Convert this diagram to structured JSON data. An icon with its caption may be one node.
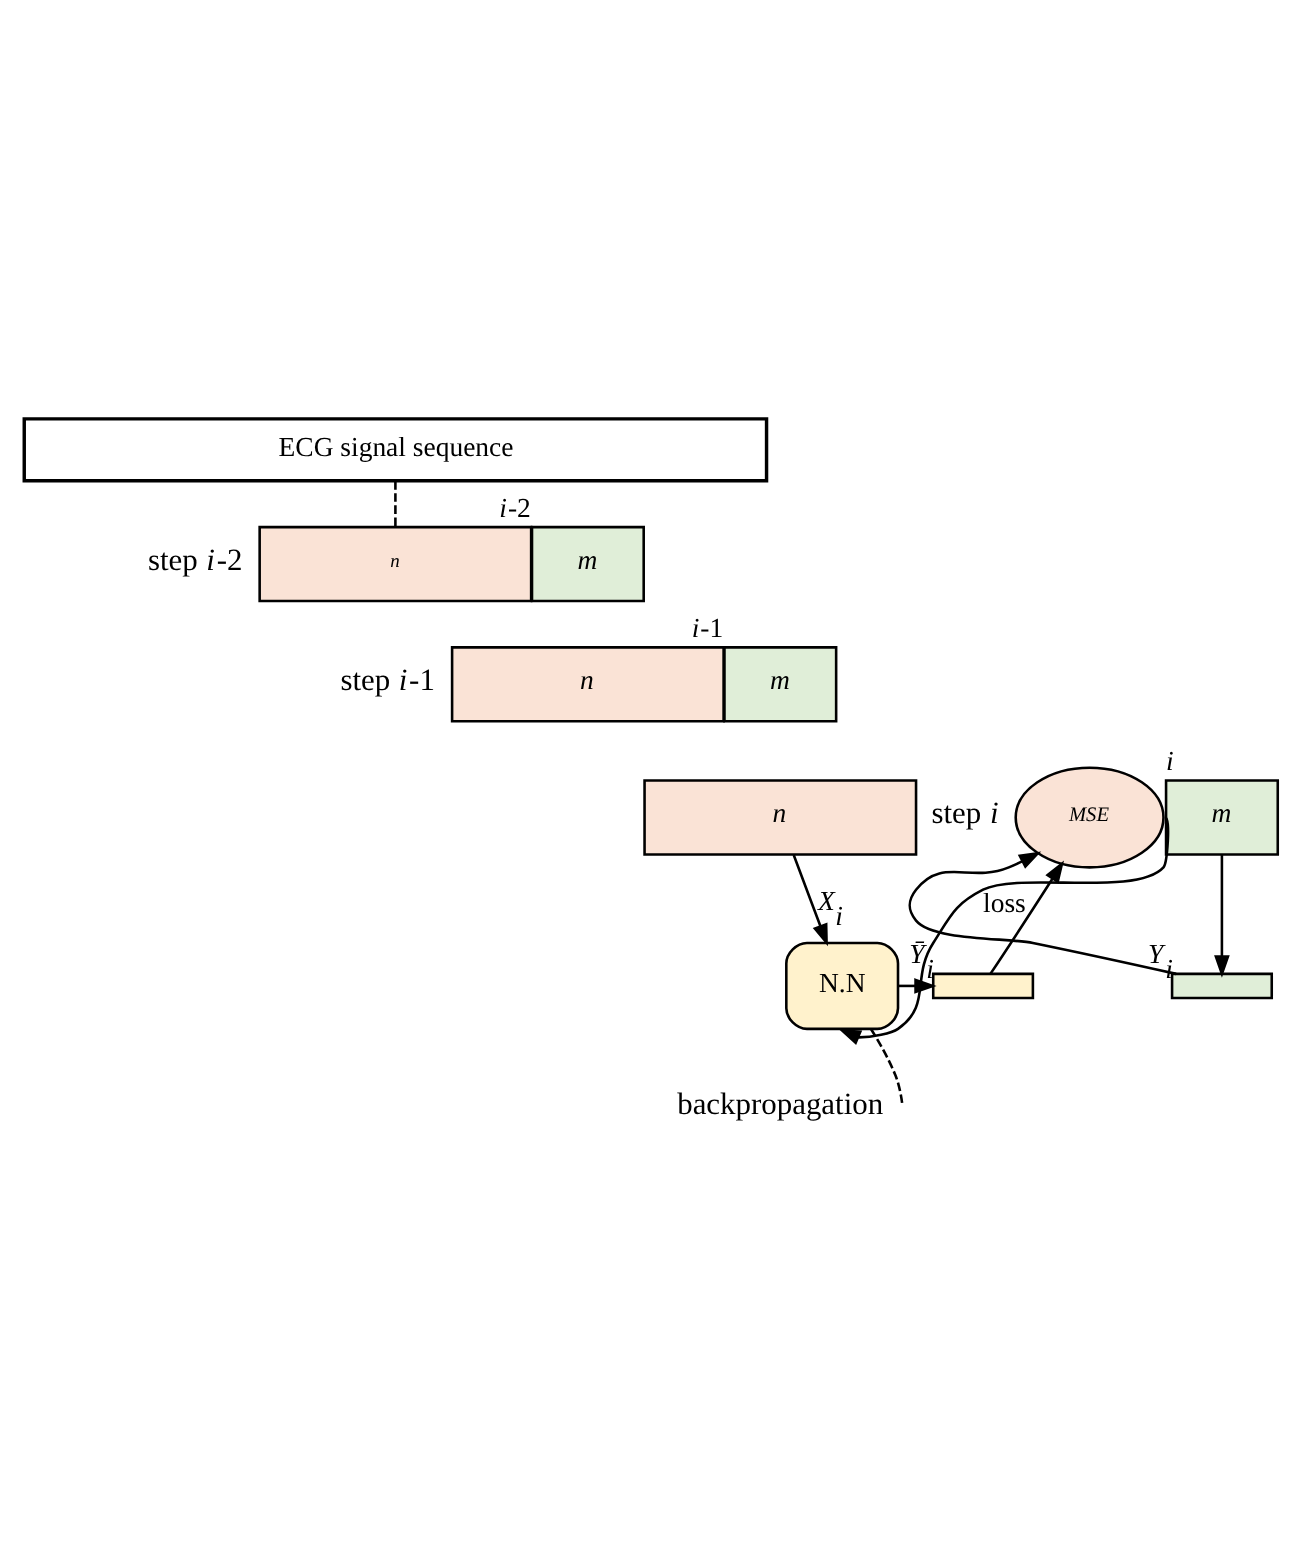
{
  "diagram": {
    "nodes": [
      {
        "text": [
          "ECG signal sequence"
        ]
      },
      {
        "text": [
          "*n*"
        ]
      },
      {
        "text": [
          "*m*"
        ],
        "beside": [
          "*i*-2"
        ]
      },
      {
        "text": [
          "*n*"
        ]
      },
      {
        "text": [
          "*m*"
        ],
        "beside": [
          "*i*-1"
        ]
      },
      {
        "text": [
          "*n*"
        ]
      },
      {
        "text": [
          "*m*"
        ],
        "beside": [
          "*i*"
        ]
      },
      {
        "text": [],
        "shape": "bar",
        "beside": [
          "*Y*$_{i}$"
        ]
      },
      {
        "text": [
          "*MSE*"
        ]
      },
      {
        "text": [
          "N.N"
        ]
      },
      {
        "text": [],
        "shape": "bar",
        "beside": [
          "*Ȳ*$_{i}$"
        ]
      }
    ],
    "edges": [
      {
        "from": 0,
        "to": 1,
        "arrow": "none",
        "style": "dashed"
      },
      {
        "from": 5,
        "to": 9,
        "arrow": "to",
        "label": "*X*$_{i}$"
      },
      {
        "from": 6,
        "to": 7,
        "arrow": "to"
      },
      {
        "from": 7,
        "to": 8,
        "arrow": "to"
      },
      {
        "from": 9,
        "to": 10,
        "arrow": "to"
      },
      {
        "from": 10,
        "to": 8,
        "arrow": "to"
      },
      {
        "from": 8,
        "to": 9,
        "arrow": "to",
        "label": "loss"
      },
      {
        "from": 9,
        "to": null,
        "arrow": "none",
        "style": "dashed"
      }
    ],
    "labels": [
      "step *i*-2",
      "step *i*-1",
      "step *i*",
      "backpropagation"
    ]
  }
}
